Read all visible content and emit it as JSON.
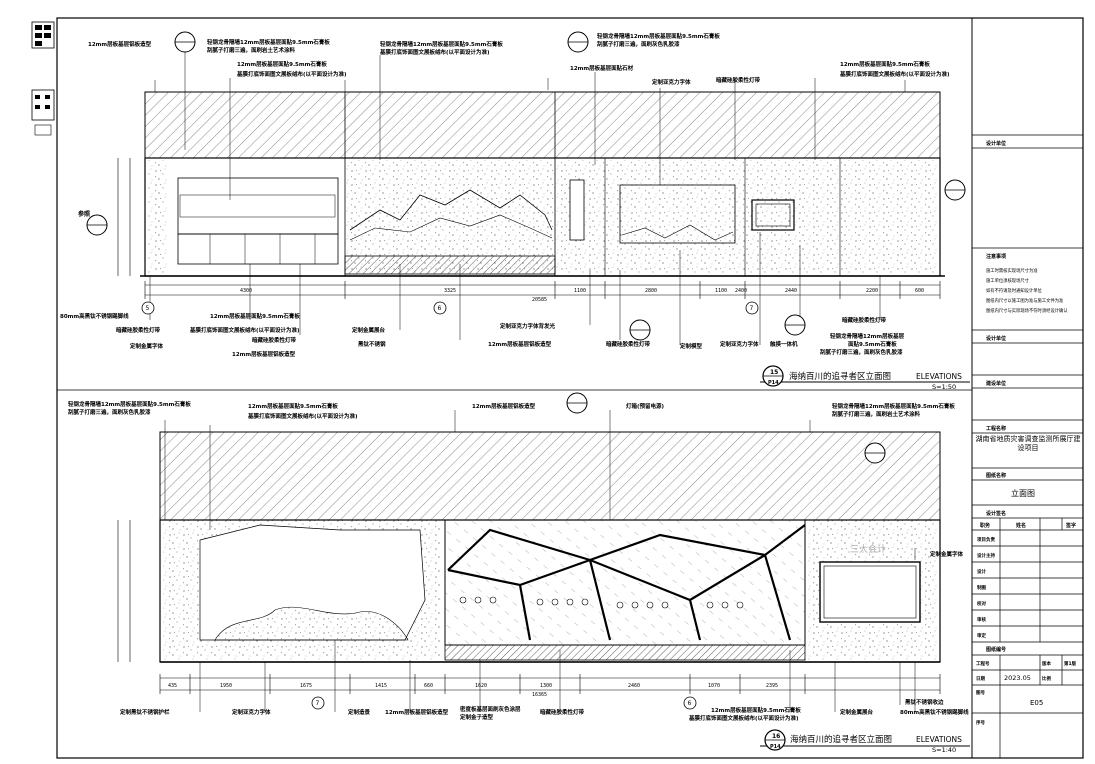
{
  "drawing_top": {
    "title": "海纳百川的追寻者区立面图",
    "title_en": "ELEVATIONS",
    "tag_num": "15",
    "tag_sheet": "P14",
    "scale": "S=1:50",
    "callouts_top": [
      "12mm层板基层铝板造型",
      "轻钢龙骨隔墙12mm层板基层面贴9.5mm石膏板",
      "刮腻子打磨三遍，面刷岩土艺术涂料",
      "12mm层板基层面贴9.5mm石膏板",
      "基膜打底饰面图文展板绒布(以平面设计为准)",
      "轻钢龙骨隔墙12mm层板基层面贴9.5mm石膏板",
      "基膜打底饰面图文展板绒布(以平面设计为准)",
      "12mm层板基层面贴石材",
      "定制亚克力字体",
      "轻钢龙骨隔墙12mm层板基层面贴9.5mm石膏板",
      "刮腻子打磨三遍，面刷灰色乳胶漆",
      "暗藏硅胶柔性灯带",
      "12mm层板基层面贴9.5mm石膏板",
      "基膜打底饰面图文展板绒布(以平面设计为准)"
    ],
    "callouts_bottom": [
      "80mm高黑钛不锈钢踢脚线",
      "12mm层板基层面贴9.5mm石膏板",
      "暗藏硅胶柔性灯带",
      "基膜打底饰面图文展板绒布(以平面设计为准)",
      "定制金属字体",
      "暗藏硅胶柔性灯带",
      "12mm层板基层铝板造型",
      "定制金属展台",
      "黑钛不锈钢",
      "定制亚克力字体背发光",
      "12mm层板基层铝板造型",
      "暗藏硅胶柔性灯带",
      "定制模型",
      "定制亚克力字体",
      "触摸一体机",
      "暗藏硅胶柔性灯带",
      "轻钢龙骨隔墙12mm层板基层",
      "面贴9.5mm石膏板",
      "刮腻子打磨三遍，面刷灰色乳胶漆"
    ],
    "dims": [
      "4300",
      "3325",
      "1100",
      "2800",
      "1100",
      "2400",
      "2440",
      "2200",
      "600",
      "20585"
    ],
    "ref_label": "参照",
    "axis_a": "5",
    "axis_b": "6",
    "axis_c": "7"
  },
  "drawing_bottom": {
    "title": "海纳百川的追寻者区立面图",
    "title_en": "ELEVATIONS",
    "tag_num": "16",
    "tag_sheet": "P14",
    "scale": "S=1:40",
    "callouts_top": [
      "轻钢龙骨隔墙12mm层板基层面贴9.5mm石膏板",
      "刮腻子打磨三遍，面刷灰色乳胶漆",
      "12mm层板基层面贴9.5mm石膏板",
      "基膜打底饰面图文展板绒布(以平面设计为准)",
      "12mm层板基层铝板造型",
      "灯箱(预留电源)",
      "轻钢龙骨隔墙12mm层板基层面贴9.5mm石膏板",
      "刮腻子打磨三遍，面刷岩土艺术涂料",
      "定制金属字体"
    ],
    "callouts_bottom": [
      "定制黑钛不锈钢护栏",
      "定制亚克力字体",
      "定制造景",
      "12mm层板基层铝板造型",
      "密度板基层面刷灰色涂层",
      "定制金子造型",
      "暗藏硅胶柔性灯带",
      "12mm层板基层面贴9.5mm石膏板",
      "基膜打底饰面图文展板绒布(以平面设计为准)",
      "定制金属展台",
      "黑钛不锈钢收边",
      "80mm高黑钛不锈钢踢脚线"
    ],
    "dims": [
      "435",
      "1950",
      "1675",
      "1415",
      "660",
      "1620",
      "1300",
      "2460",
      "1070",
      "2395",
      "16365"
    ],
    "axis_a": "7",
    "axis_b": "6"
  },
  "title_block": {
    "design_note": "设计单位",
    "notes_label": "注意事项",
    "notes": [
      "施工时需核实现场尺寸为准",
      "施工单位须核现场尺寸",
      "如有不符请及时通知设计单位",
      "图纸内尺寸以施工图为准与施工文件为准",
      "图纸内尺寸与实际现场不符时须经设计确认"
    ],
    "designer_label": "设计单位",
    "build_label": "建设单位",
    "project_label": "工程名称",
    "project_name": "湖南省地质灾害调查监测所展厅建设项目",
    "drawing_label": "图纸名称",
    "drawing_name": "立面图",
    "sign_label": "设计签名",
    "sign_headers": [
      "职务",
      "姓名",
      "签字"
    ],
    "roles": [
      "项目负责",
      "设计主持",
      "设计",
      "制图",
      "校对",
      "审核",
      "审定"
    ],
    "number_label": "图纸编号",
    "project_no_label": "工程号",
    "version_label": "版本",
    "version_val": "第1版",
    "date_label": "日期",
    "date_val": "2023.05",
    "scale_label": "比例",
    "sheet_label": "图号",
    "sheet_val": "E05",
    "index_label": "序号",
    "watermark": "三大会计"
  }
}
